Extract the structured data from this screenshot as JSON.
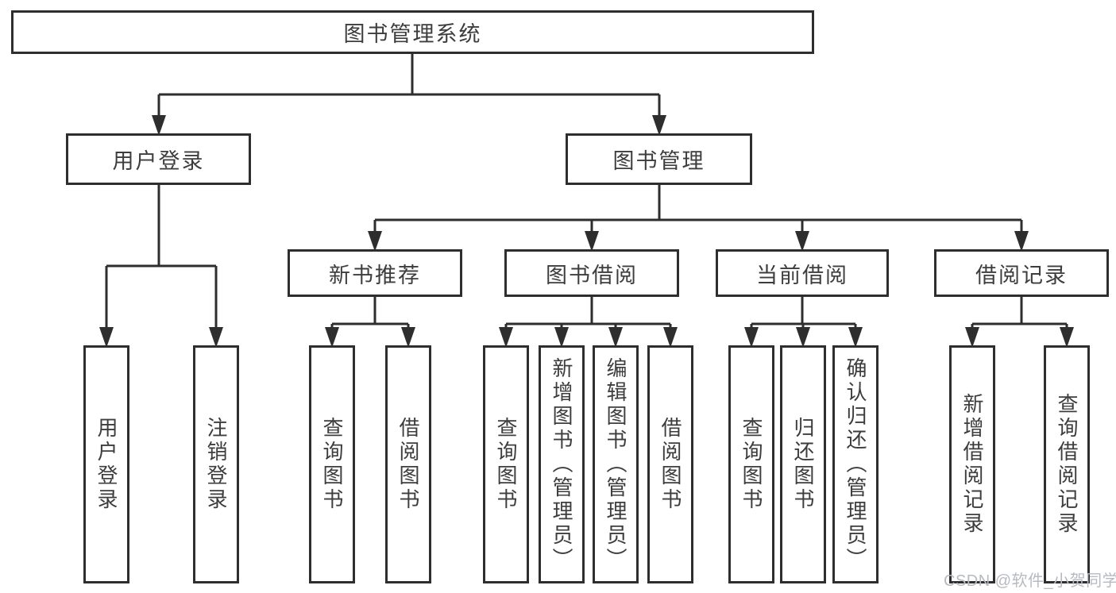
{
  "diagram": {
    "type": "hierarchy-tree",
    "orientation": "top-down"
  },
  "tree": {
    "label": "图书管理系统",
    "children": [
      {
        "label": "用户登录",
        "children": [
          {
            "label": "用户登录"
          },
          {
            "label": "注销登录"
          }
        ]
      },
      {
        "label": "图书管理",
        "children": [
          {
            "label": "新书推荐",
            "children": [
              {
                "label": "查询图书"
              },
              {
                "label": "借阅图书"
              }
            ]
          },
          {
            "label": "图书借阅",
            "children": [
              {
                "label": "查询图书"
              },
              {
                "label": "新增图书（管理员）"
              },
              {
                "label": "编辑图书（管理员）"
              },
              {
                "label": "借阅图书"
              }
            ]
          },
          {
            "label": "当前借阅",
            "children": [
              {
                "label": "查询图书"
              },
              {
                "label": "归还图书"
              },
              {
                "label": "确认归还（管理员）"
              }
            ]
          },
          {
            "label": "借阅记录",
            "children": [
              {
                "label": "新增借阅记录"
              },
              {
                "label": "查询借阅记录"
              }
            ]
          }
        ]
      }
    ]
  },
  "watermark": {
    "text": "CSDN @软件_小贺同学"
  },
  "colors": {
    "line": "#2e2e2e",
    "text": "#3d3d3d",
    "background": "#ffffff",
    "watermark": "#b7bac1"
  }
}
